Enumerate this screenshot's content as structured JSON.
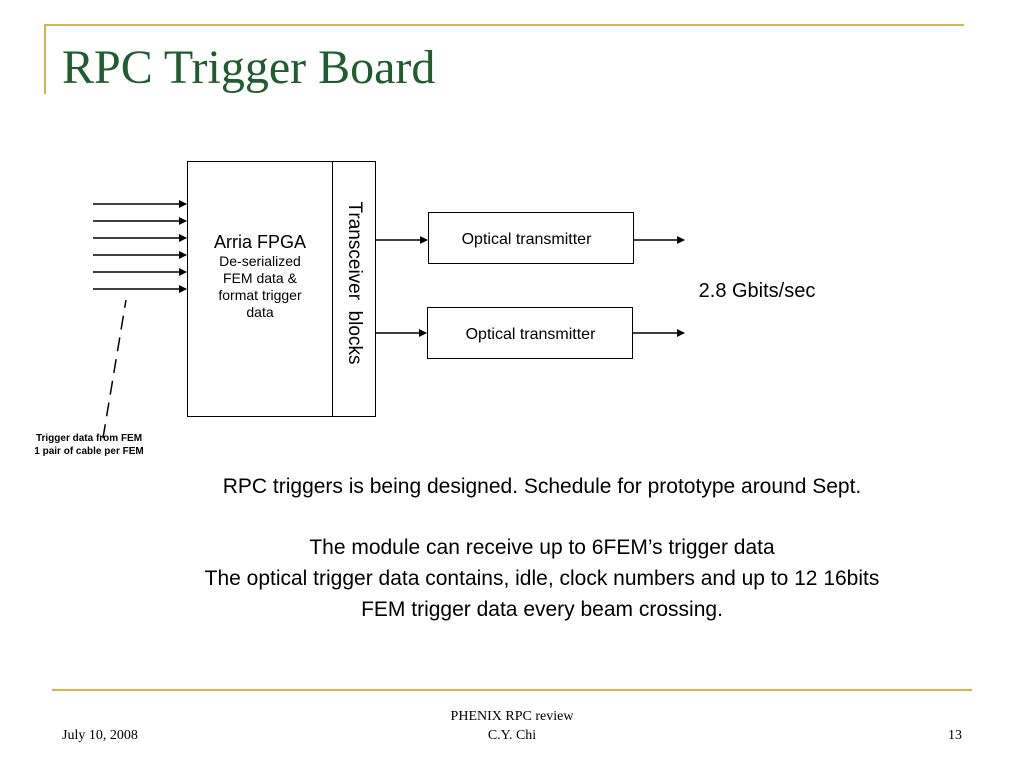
{
  "slide": {
    "title": "RPC Trigger Board",
    "accent_color": "#d9b44a",
    "title_color": "#1f5c2e"
  },
  "diagram": {
    "fpga": {
      "title": "Arria FPGA",
      "line1": "De-serialized",
      "line2": "FEM data &",
      "line3": "format trigger",
      "line4": "data"
    },
    "transceiver_label": "Transceiver  blocks",
    "transmitter_top": "Optical transmitter",
    "transmitter_bottom": "Optical transmitter",
    "rate_label": "2.8 Gbits/sec",
    "input_note_line1": "Trigger data from FEM",
    "input_note_line2": "1 pair of cable per FEM"
  },
  "body": {
    "line1": "RPC triggers is being designed. Schedule for prototype around Sept.",
    "line2": "The module can receive up to 6FEM’s trigger data",
    "line3": "The optical trigger data contains, idle, clock numbers and up to 12 16bits",
    "line4": "FEM trigger data every beam crossing."
  },
  "footer": {
    "date": "July 10, 2008",
    "center_line1": "PHENIX RPC review",
    "center_line2": "C.Y. Chi",
    "page_number": "13"
  }
}
